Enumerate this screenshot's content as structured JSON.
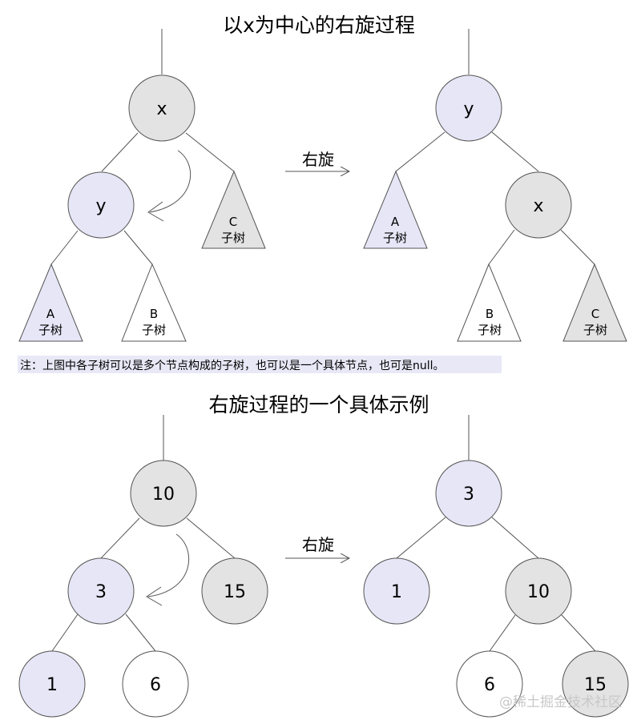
{
  "colors": {
    "lavender": "#e6e6f7",
    "gray": "#e3e3e3",
    "white": "#ffffff",
    "note_bg": "#e8e8f7"
  },
  "section1": {
    "title": "以x为中心的右旋过程",
    "rotate_label": "右旋",
    "left_tree": {
      "x": "x",
      "y": "y",
      "a_letter": "A",
      "a_sub": "子树",
      "b_letter": "B",
      "b_sub": "子树",
      "c_letter": "C",
      "c_sub": "子树"
    },
    "right_tree": {
      "y": "y",
      "x": "x",
      "a_letter": "A",
      "a_sub": "子树",
      "b_letter": "B",
      "b_sub": "子树",
      "c_letter": "C",
      "c_sub": "子树"
    }
  },
  "note": "注：上图中各子树可以是多个节点构成的子树，也可以是一个具体节点，也可是null。",
  "section2": {
    "title": "右旋过程的一个具体示例",
    "rotate_label": "右旋",
    "left_tree": {
      "root": "10",
      "left": "3",
      "right": "15",
      "ll": "1",
      "lr": "6"
    },
    "right_tree": {
      "root": "3",
      "left": "1",
      "right": "10",
      "rl": "6",
      "rr": "15"
    }
  },
  "watermark": "@稀土掘金技术社区"
}
